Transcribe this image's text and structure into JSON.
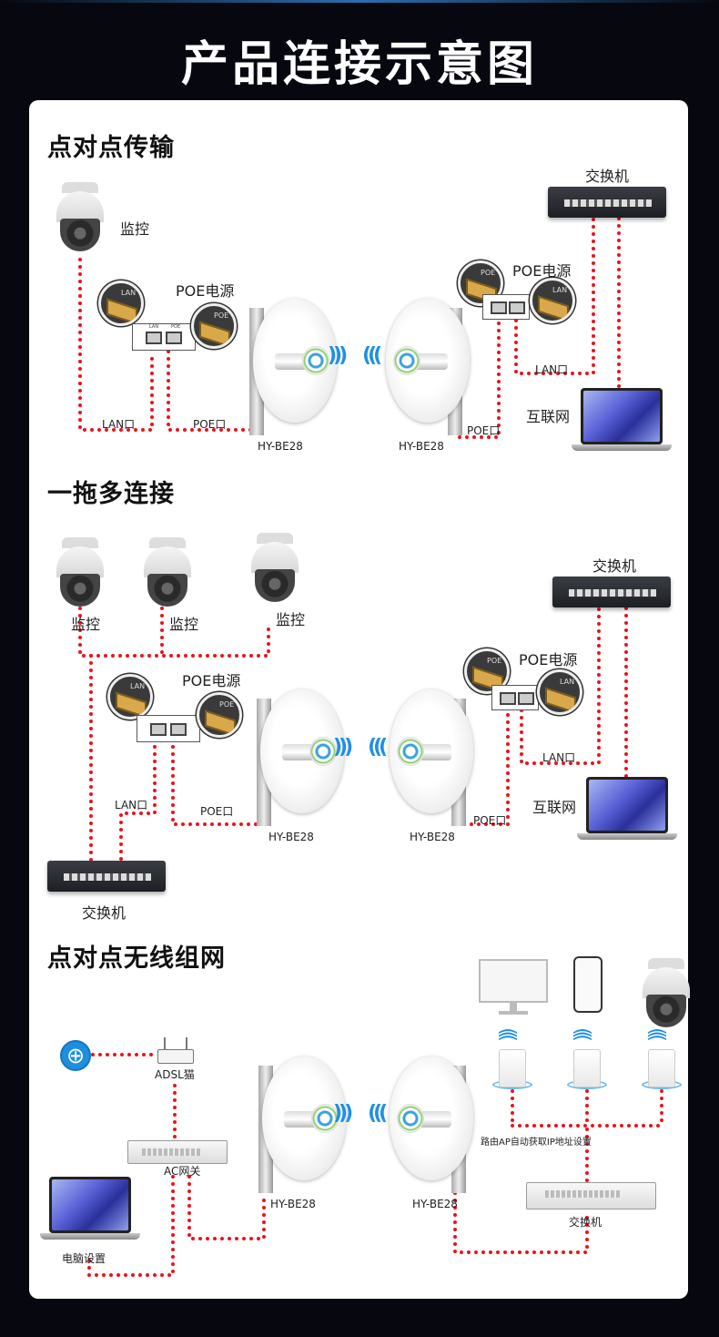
{
  "title": "产品连接示意图",
  "sections": {
    "p2p": {
      "title": "点对点传输",
      "camera": "监控",
      "poe_left": "POE电源",
      "poe_right": "POE电源",
      "lan_left": "LAN口",
      "poe_port_left": "POE口",
      "lan_right": "LAN口",
      "poe_port_right": "POE口",
      "model_left": "HY-BE28",
      "model_right": "HY-BE28",
      "switch": "交换机",
      "internet": "互联网",
      "port_lan": "LAN",
      "port_poe": "POE"
    },
    "multi": {
      "title": "一拖多连接",
      "cameras": [
        "监控",
        "监控",
        "监控"
      ],
      "poe_left": "POE电源",
      "poe_right": "POE电源",
      "lan_left": "LAN口",
      "poe_port_left": "POE口",
      "lan_right": "LAN口",
      "poe_port_right": "POE口",
      "model_left": "HY-BE28",
      "model_right": "HY-BE28",
      "switch_top": "交换机",
      "switch_bottom": "交换机",
      "internet": "互联网"
    },
    "network": {
      "title": "点对点无线组网",
      "modem": "ADSL猫",
      "gateway": "AC网关",
      "pc": "电脑设置",
      "model_left": "HY-BE28",
      "model_right": "HY-BE28",
      "note": "路由AP自动获取IP地址设置",
      "switch": "交换机"
    }
  },
  "colors": {
    "line": "#e8141c",
    "wifi": "#1f8fe6",
    "background": "#07080f"
  }
}
